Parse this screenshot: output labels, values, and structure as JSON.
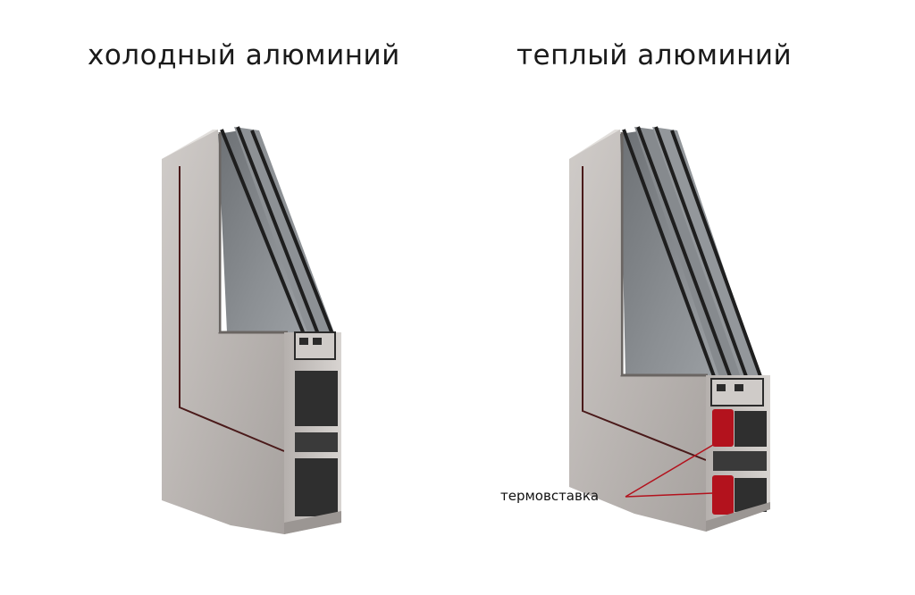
{
  "left_panel": {
    "title": "холодный алюминий"
  },
  "right_panel": {
    "title": "теплый алюминий",
    "callout_label": "термовставка"
  },
  "colors": {
    "frame_face": "#bdb8b4",
    "frame_shadow": "#8f8a87",
    "glass": "#7e8286",
    "profile_dark": "#2b2b2b",
    "thermal_break": "#b3121d"
  }
}
